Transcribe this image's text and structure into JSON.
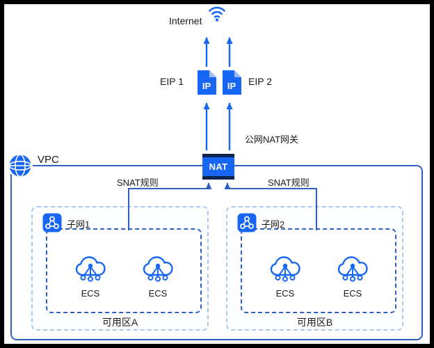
{
  "colors": {
    "primary_blue": "#1766F4",
    "navy_band": "#0F2350",
    "line_blue": "#2E5FC2",
    "az_dash_blue": "#A9C7F2",
    "text": "#1a1a1a",
    "frame": "#000000"
  },
  "internet": {
    "label": "Internet"
  },
  "eip": [
    {
      "label": "EIP 1",
      "icon_text": "IP"
    },
    {
      "label": "EIP 2",
      "icon_text": "IP"
    }
  ],
  "nat": {
    "box_label": "NAT",
    "gateway_label": "公网NAT网关"
  },
  "vpc": {
    "label": "VPC"
  },
  "snat": {
    "left_label": "SNAT规则",
    "right_label": "SNAT规则"
  },
  "zones": [
    {
      "name": "可用区A",
      "subnet_label": "子网1",
      "ecs_labels": [
        "ECS",
        "ECS"
      ]
    },
    {
      "name": "可用区B",
      "subnet_label": "子网2",
      "ecs_labels": [
        "ECS",
        "ECS"
      ]
    }
  ]
}
